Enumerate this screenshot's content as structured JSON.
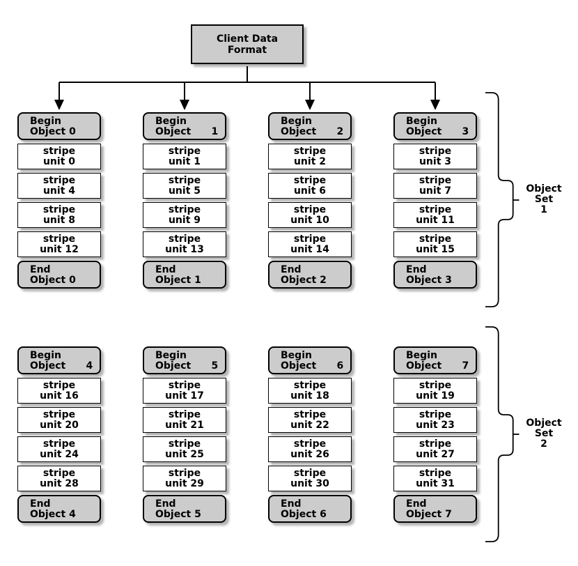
{
  "title": {
    "line1": "Client Data",
    "line2": "Format"
  },
  "colors": {
    "background": "#ffffff",
    "box_fill": "#cccccc",
    "stripe_fill": "#ffffff",
    "border": "#000000",
    "shadow": "#b3b3b3",
    "text": "#000000"
  },
  "object_sets": [
    {
      "label_lines": [
        "Object",
        "Set",
        "1"
      ],
      "objects": [
        {
          "begin": [
            "Begin",
            "Object 0"
          ],
          "stripes": [
            [
              "stripe",
              "unit 0"
            ],
            [
              "stripe",
              "unit 4"
            ],
            [
              "stripe",
              "unit 8"
            ],
            [
              "stripe",
              "unit 12"
            ]
          ],
          "end": [
            "End",
            "Object 0"
          ]
        },
        {
          "begin": [
            "Begin",
            "Object      1"
          ],
          "stripes": [
            [
              "stripe",
              "unit 1"
            ],
            [
              "stripe",
              "unit 5"
            ],
            [
              "stripe",
              "unit 9"
            ],
            [
              "stripe",
              "unit 13"
            ]
          ],
          "end": [
            "End",
            "Object 1"
          ]
        },
        {
          "begin": [
            "Begin",
            "Object      2"
          ],
          "stripes": [
            [
              "stripe",
              "unit 2"
            ],
            [
              "stripe",
              "unit 6"
            ],
            [
              "stripe",
              "unit 10"
            ],
            [
              "stripe",
              "unit 14"
            ]
          ],
          "end": [
            "End",
            "Object 2"
          ]
        },
        {
          "begin": [
            "Begin",
            "Object      3"
          ],
          "stripes": [
            [
              "stripe",
              "unit 3"
            ],
            [
              "stripe",
              "unit 7"
            ],
            [
              "stripe",
              "unit 11"
            ],
            [
              "stripe",
              "unit 15"
            ]
          ],
          "end": [
            "End",
            "Object 3"
          ]
        }
      ]
    },
    {
      "label_lines": [
        "Object",
        "Set",
        "2"
      ],
      "objects": [
        {
          "begin": [
            "Begin",
            "Object      4"
          ],
          "stripes": [
            [
              "stripe",
              "unit 16"
            ],
            [
              "stripe",
              "unit 20"
            ],
            [
              "stripe",
              "unit 24"
            ],
            [
              "stripe",
              "unit 28"
            ]
          ],
          "end": [
            "End",
            "Object 4"
          ]
        },
        {
          "begin": [
            "Begin",
            "Object      5"
          ],
          "stripes": [
            [
              "stripe",
              "unit 17"
            ],
            [
              "stripe",
              "unit 21"
            ],
            [
              "stripe",
              "unit 25"
            ],
            [
              "stripe",
              "unit 29"
            ]
          ],
          "end": [
            "End",
            "Object 5"
          ]
        },
        {
          "begin": [
            "Begin",
            "Object      6"
          ],
          "stripes": [
            [
              "stripe",
              "unit 18"
            ],
            [
              "stripe",
              "unit 22"
            ],
            [
              "stripe",
              "unit 26"
            ],
            [
              "stripe",
              "unit 30"
            ]
          ],
          "end": [
            "End",
            "Object 6"
          ]
        },
        {
          "begin": [
            "Begin",
            "Object      7"
          ],
          "stripes": [
            [
              "stripe",
              "unit 19"
            ],
            [
              "stripe",
              "unit 23"
            ],
            [
              "stripe",
              "unit 27"
            ],
            [
              "stripe",
              "unit 31"
            ]
          ],
          "end": [
            "End",
            "Object 7"
          ]
        }
      ]
    }
  ]
}
